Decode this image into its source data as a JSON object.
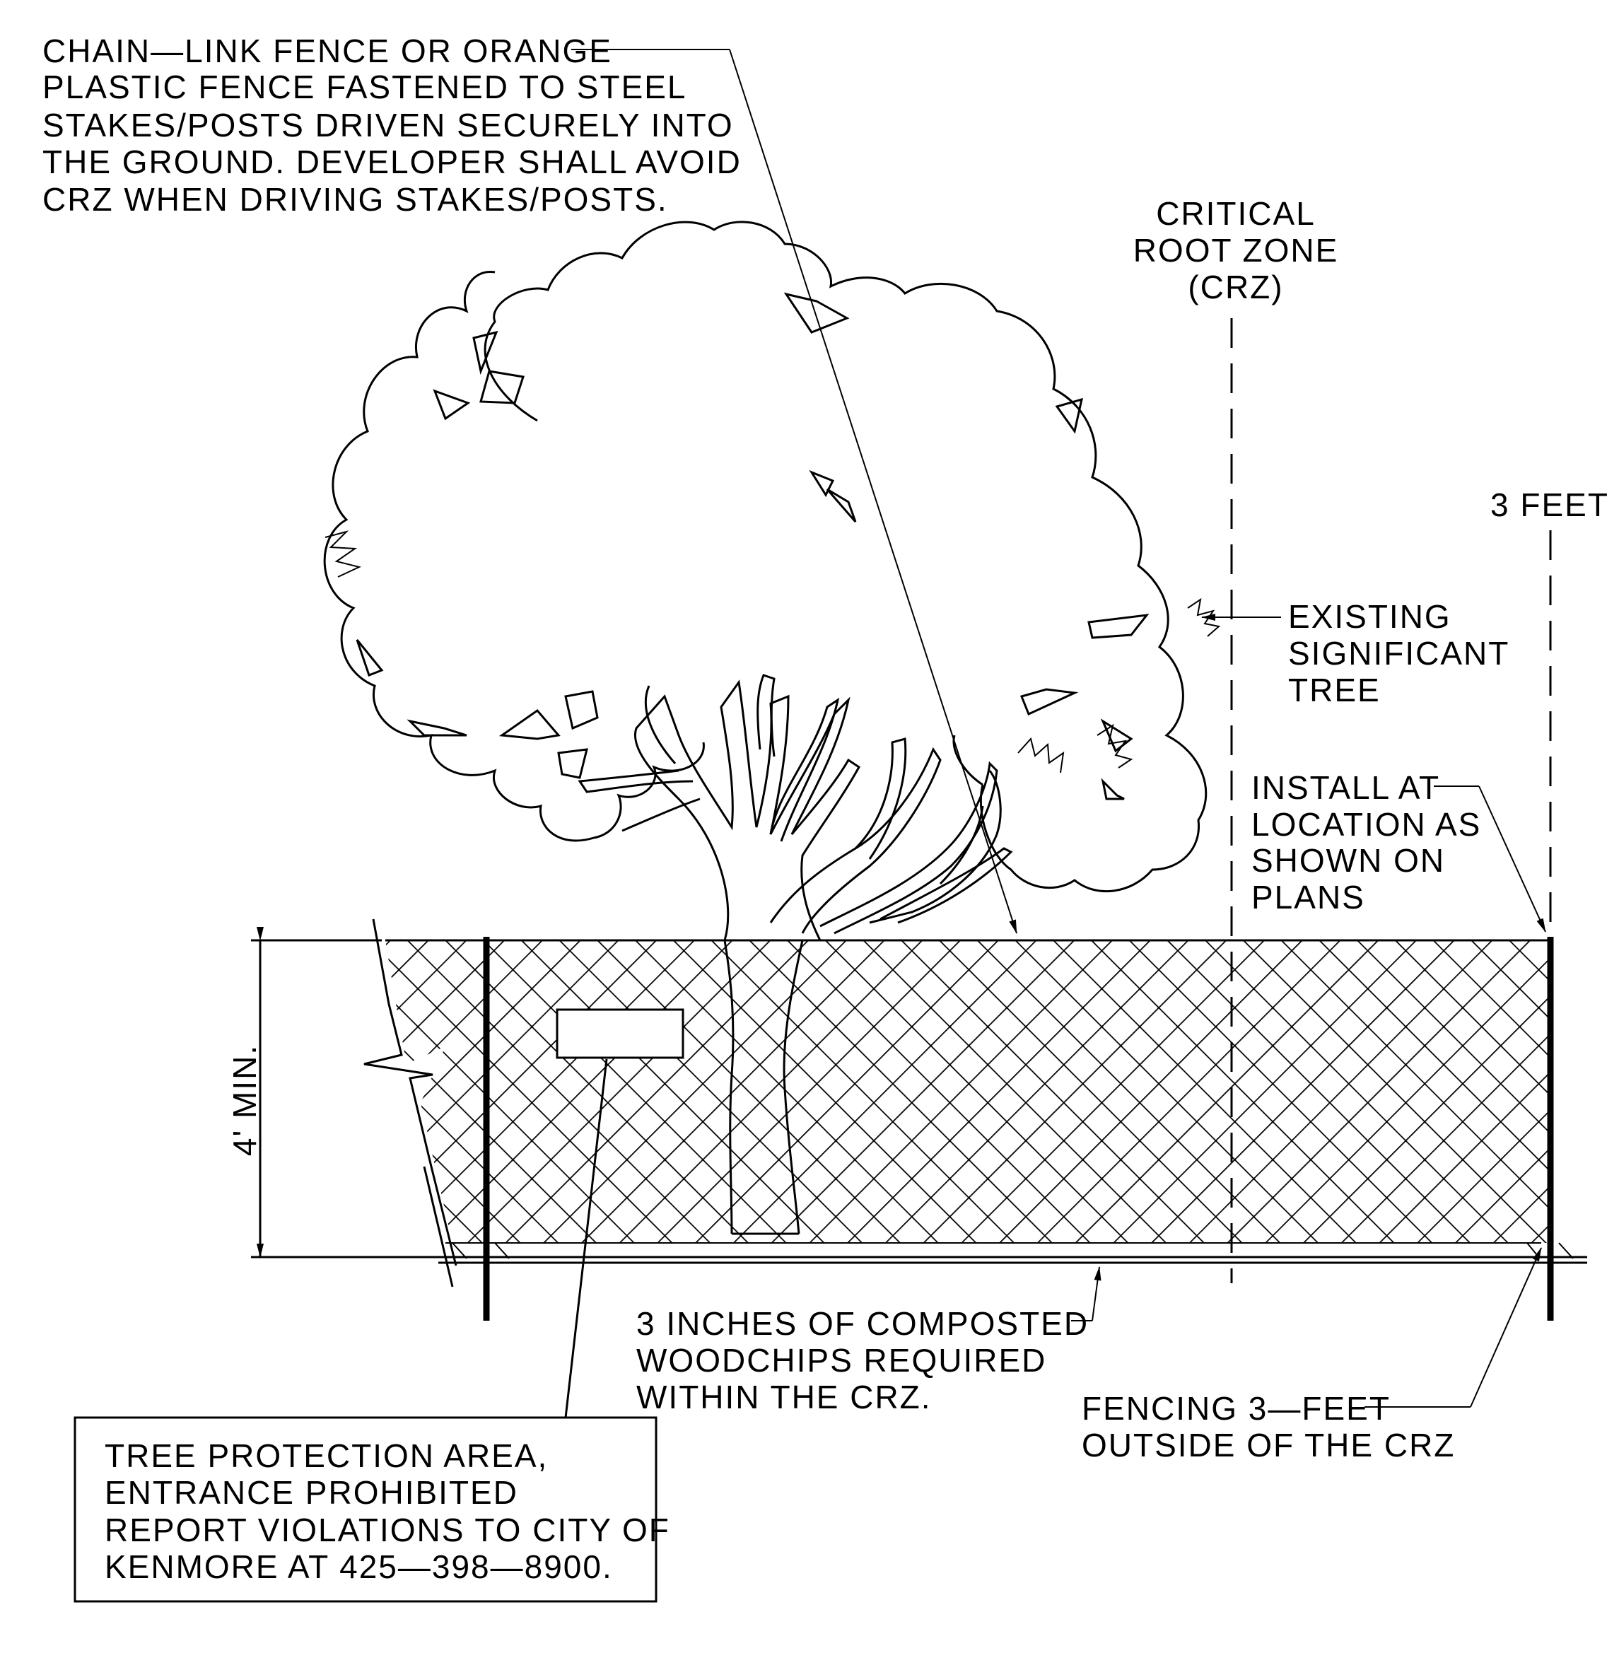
{
  "notes": {
    "fence_note": [
      "CHAIN—LINK FENCE OR ORANGE",
      "PLASTIC FENCE FASTENED TO STEEL",
      "STAKES/POSTS DRIVEN SECURELY INTO",
      "THE GROUND. DEVELOPER SHALL AVOID",
      "CRZ WHEN DRIVING STAKES/POSTS."
    ],
    "crz_label": [
      "CRITICAL",
      "ROOT ZONE",
      "(CRZ)"
    ],
    "offset_label": "3 FEET",
    "tree_label": [
      "EXISTING",
      "SIGNIFICANT",
      "TREE"
    ],
    "install_label": [
      "INSTALL AT",
      "LOCATION AS",
      "SHOWN ON",
      "PLANS"
    ],
    "height_label": "4' MIN.",
    "woodchips_label": [
      "3 INCHES OF COMPOSTED",
      "WOODCHIPS REQUIRED",
      "WITHIN THE CRZ."
    ],
    "fencing_offset_label": [
      "FENCING 3—FEET",
      "OUTSIDE OF THE CRZ"
    ]
  },
  "sign": {
    "lines": [
      "TREE PROTECTION AREA,",
      "ENTRANCE PROHIBITED",
      "REPORT VIOLATIONS TO CITY OF",
      "KENMORE AT 425—398—8900."
    ]
  },
  "colors": {
    "line": "#000000",
    "background": "#ffffff"
  }
}
